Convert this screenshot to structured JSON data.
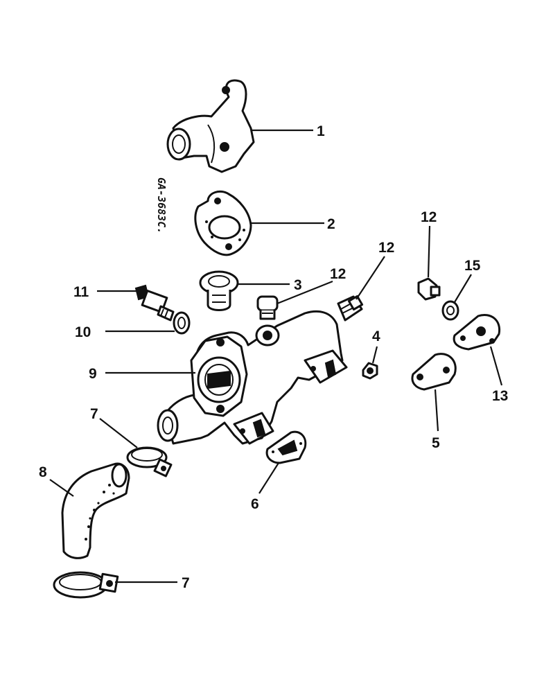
{
  "drawing_code": "GA-3683C.",
  "callouts": {
    "c1": "1",
    "c2": "2",
    "c3": "3",
    "c4": "4",
    "c5": "5",
    "c6": "6",
    "c7a": "7",
    "c7b": "7",
    "c8": "8",
    "c9": "9",
    "c10": "10",
    "c11": "11",
    "c12a": "12",
    "c12b": "12",
    "c12c": "12",
    "c13": "13",
    "c15": "15"
  },
  "colors": {
    "ink": "#111111",
    "paper": "#ffffff"
  }
}
